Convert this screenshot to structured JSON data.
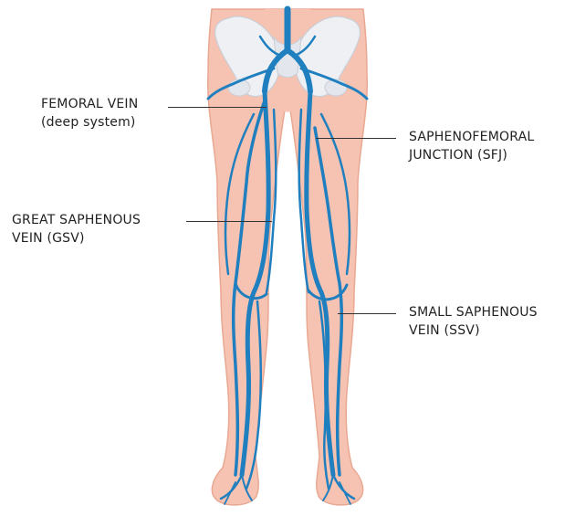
{
  "labels": {
    "femoral_vein": {
      "line1": "FEMORAL VEIN",
      "line2": "(deep system)"
    },
    "sfj": {
      "line1": "SAPHENOFEMORAL",
      "line2": "JUNCTION (SFJ)"
    },
    "gsv": {
      "line1": "GREAT SAPHENOUS",
      "line2": "VEIN (GSV)"
    },
    "ssv": {
      "line1": "SMALL SAPHENOUS",
      "line2": "VEIN (SSV)"
    }
  },
  "colors": {
    "skin": "#f6c3b2",
    "skin_outline": "#e8a892",
    "bone": "#eef0f3",
    "vein": "#1f7fbf",
    "vein_dark": "#0f5c92",
    "leader": "#333333"
  }
}
